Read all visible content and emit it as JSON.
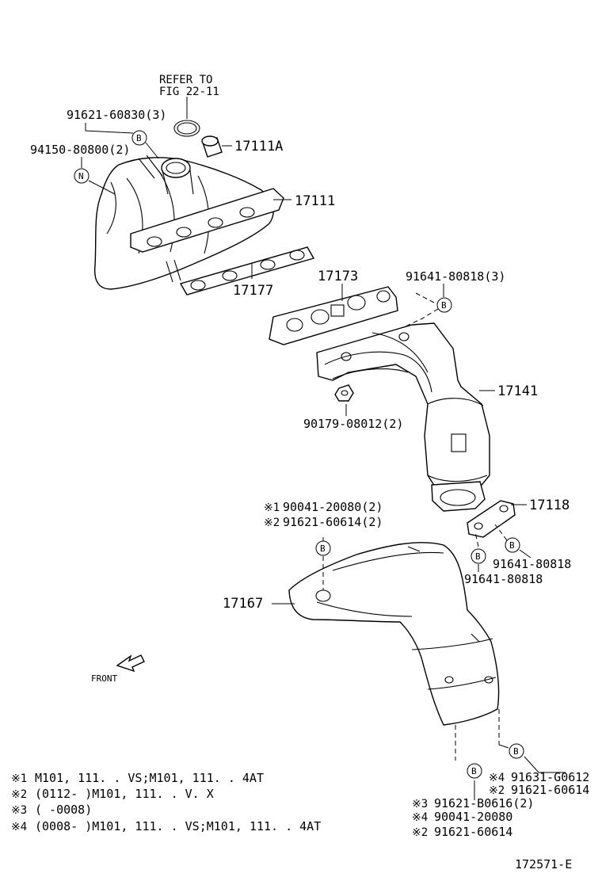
{
  "refer": {
    "line1": "REFER TO",
    "line2": "FIG 22-11"
  },
  "parts": {
    "p91621_60830": "91621-60830(3)",
    "p94150_80800": "94150-80800(2)",
    "p17111A": "17111A",
    "p17111": "17111",
    "p17177": "17177",
    "p17173": "17173",
    "p91641_80818_3": "91641-80818(3)",
    "p17141": "17141",
    "p90179_08012": "90179-08012(2)",
    "p90041_20080_2": "90041-20080(2)",
    "p91621_60614_2": "91621-60614(2)",
    "p17118": "17118",
    "p91641_80818_a": "91641-80818",
    "p91641_80818_b": "91641-80818",
    "p17167": "17167",
    "p91631_G0612": "91631-G0612",
    "p91621_60614_r1": "91621-60614",
    "p91621_B0616": "91621-B0616(2)",
    "p90041_20080_r": "90041-20080",
    "p91621_60614_r2": "91621-60614"
  },
  "marks": {
    "m1": "※1",
    "m2": "※2",
    "m3": "※3",
    "m4": "※4"
  },
  "circles": {
    "B": "B",
    "N": "N"
  },
  "front": "FRONT",
  "notes": [
    {
      "mark": "※1",
      "text": "M101, 111. . VS;M101, 111. . 4AT"
    },
    {
      "mark": "※2",
      "text": "(0112-        )M101, 111. . V. X"
    },
    {
      "mark": "※3",
      "text": "(        -0008)"
    },
    {
      "mark": "※4",
      "text": "(0008-        )M101, 111. . VS;M101, 111. . 4AT"
    }
  ],
  "figure_id": "172571-E"
}
